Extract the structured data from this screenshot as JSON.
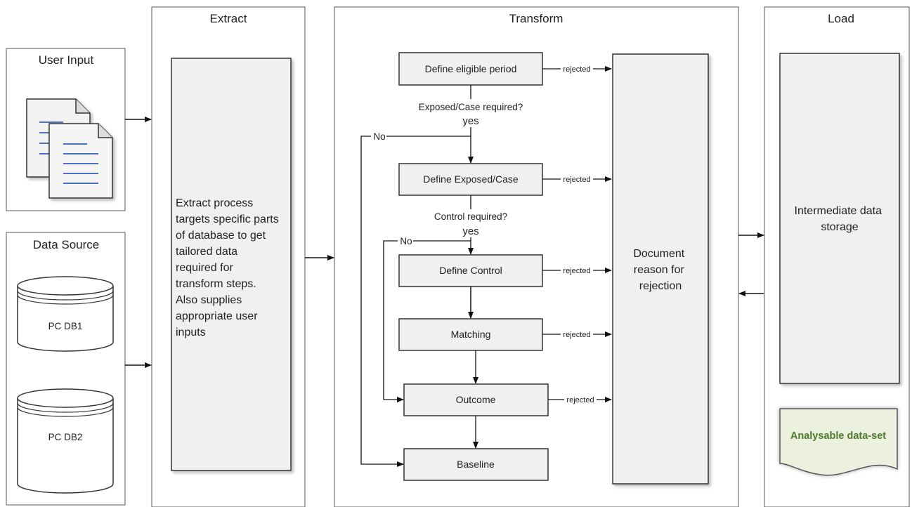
{
  "panels": {
    "user_input": "User Input",
    "data_source": "Data Source",
    "extract": "Extract",
    "transform": "Transform",
    "load": "Load"
  },
  "databases": [
    "PC DB1",
    "PC DB2"
  ],
  "extract_text": [
    "Extract process",
    "targets specific parts",
    "of database to get",
    "tailored data",
    "required for",
    "transform steps.",
    "Also supplies",
    "appropriate user",
    "inputs"
  ],
  "steps": {
    "eligible": "Define eligible period",
    "exposed": "Define Exposed/Case",
    "control": "Define Control",
    "matching": "Matching",
    "outcome": "Outcome",
    "baseline": "Baseline"
  },
  "decisions": {
    "exposed_q": "Exposed/Case required?",
    "control_q": "Control required?",
    "yes": "yes",
    "no": "No"
  },
  "rejected_label": "rejected",
  "document_reason": [
    "Document",
    "reason for",
    "rejection"
  ],
  "intermediate": [
    "Intermediate data",
    "storage"
  ],
  "analysable": "Analysable data-set"
}
